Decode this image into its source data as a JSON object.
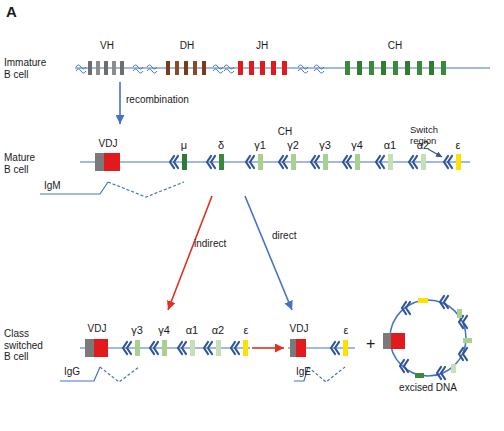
{
  "diagram": {
    "nodes": [
      {
        "text": [
          "Immature B cell",
          "VH",
          "DH",
          "JH",
          "CH"
        ]
      },
      {
        "text": [
          "Mature B cell",
          "VDJ",
          "CH",
          "μ",
          "δ",
          "γ1",
          "γ2",
          "γ3",
          "γ4",
          "α1",
          "α2",
          "ε",
          "Switch region",
          "IgM"
        ]
      },
      {
        "text": [
          "Class switched B cell",
          "VDJ",
          "γ3",
          "γ4",
          "α1",
          "α2",
          "ε",
          "IgG"
        ]
      },
      {
        "text": [
          "VDJ",
          "ε",
          "IgE"
        ]
      },
      {
        "text": [
          "excised DNA"
        ]
      }
    ],
    "edges": [
      {
        "from": 0,
        "to": 1,
        "arrow": "to",
        "label": "recombination"
      },
      {
        "from": 1,
        "to": 2,
        "arrow": "to",
        "label": "indirect"
      },
      {
        "from": 1,
        "to": 3,
        "arrow": "to",
        "label": "direct"
      },
      {
        "from": 2,
        "to": 3,
        "arrow": "to"
      }
    ],
    "labels": [
      "A",
      "+"
    ]
  }
}
